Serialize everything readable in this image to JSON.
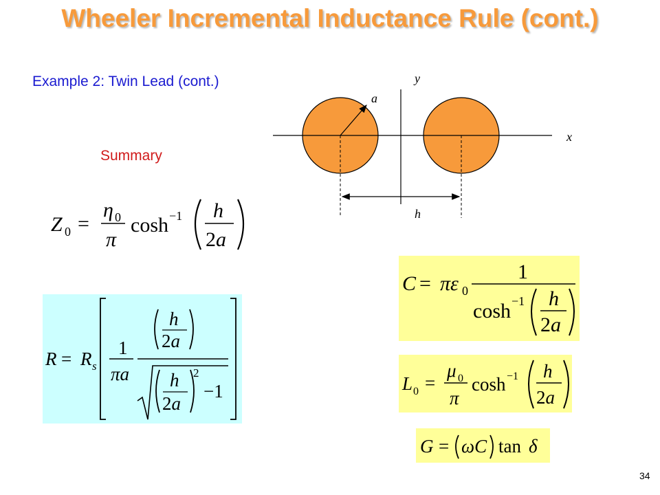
{
  "slide": {
    "title": "Wheeler Incremental Inductance Rule (cont.)",
    "subtitle": "Example 2: Twin Lead (cont.)",
    "summary_label": "Summary",
    "page_number": "34"
  },
  "diagram": {
    "axis_x_label": "x",
    "axis_y_label": "y",
    "radius_label": "a",
    "separation_label": "h",
    "conductor_color": "#f79a3b"
  },
  "formulas": {
    "z0": "Z0 = (η0/π) cosh⁻¹(h/2a)",
    "r": "R = Rs (1/πa) (h/2a) / √((h/2a)² − 1)",
    "c": "C = πε0 / cosh⁻¹(h/2a)",
    "l0": "L0 = (μ0/π) cosh⁻¹(h/2a)",
    "g": "G = (ωC) tan δ"
  },
  "colors": {
    "title": "#f79a3b",
    "subtitle": "#1a1ad0",
    "summary": "#d01a1a",
    "cyan_box": "#ccffff",
    "yellow_box": "#ffff99"
  }
}
